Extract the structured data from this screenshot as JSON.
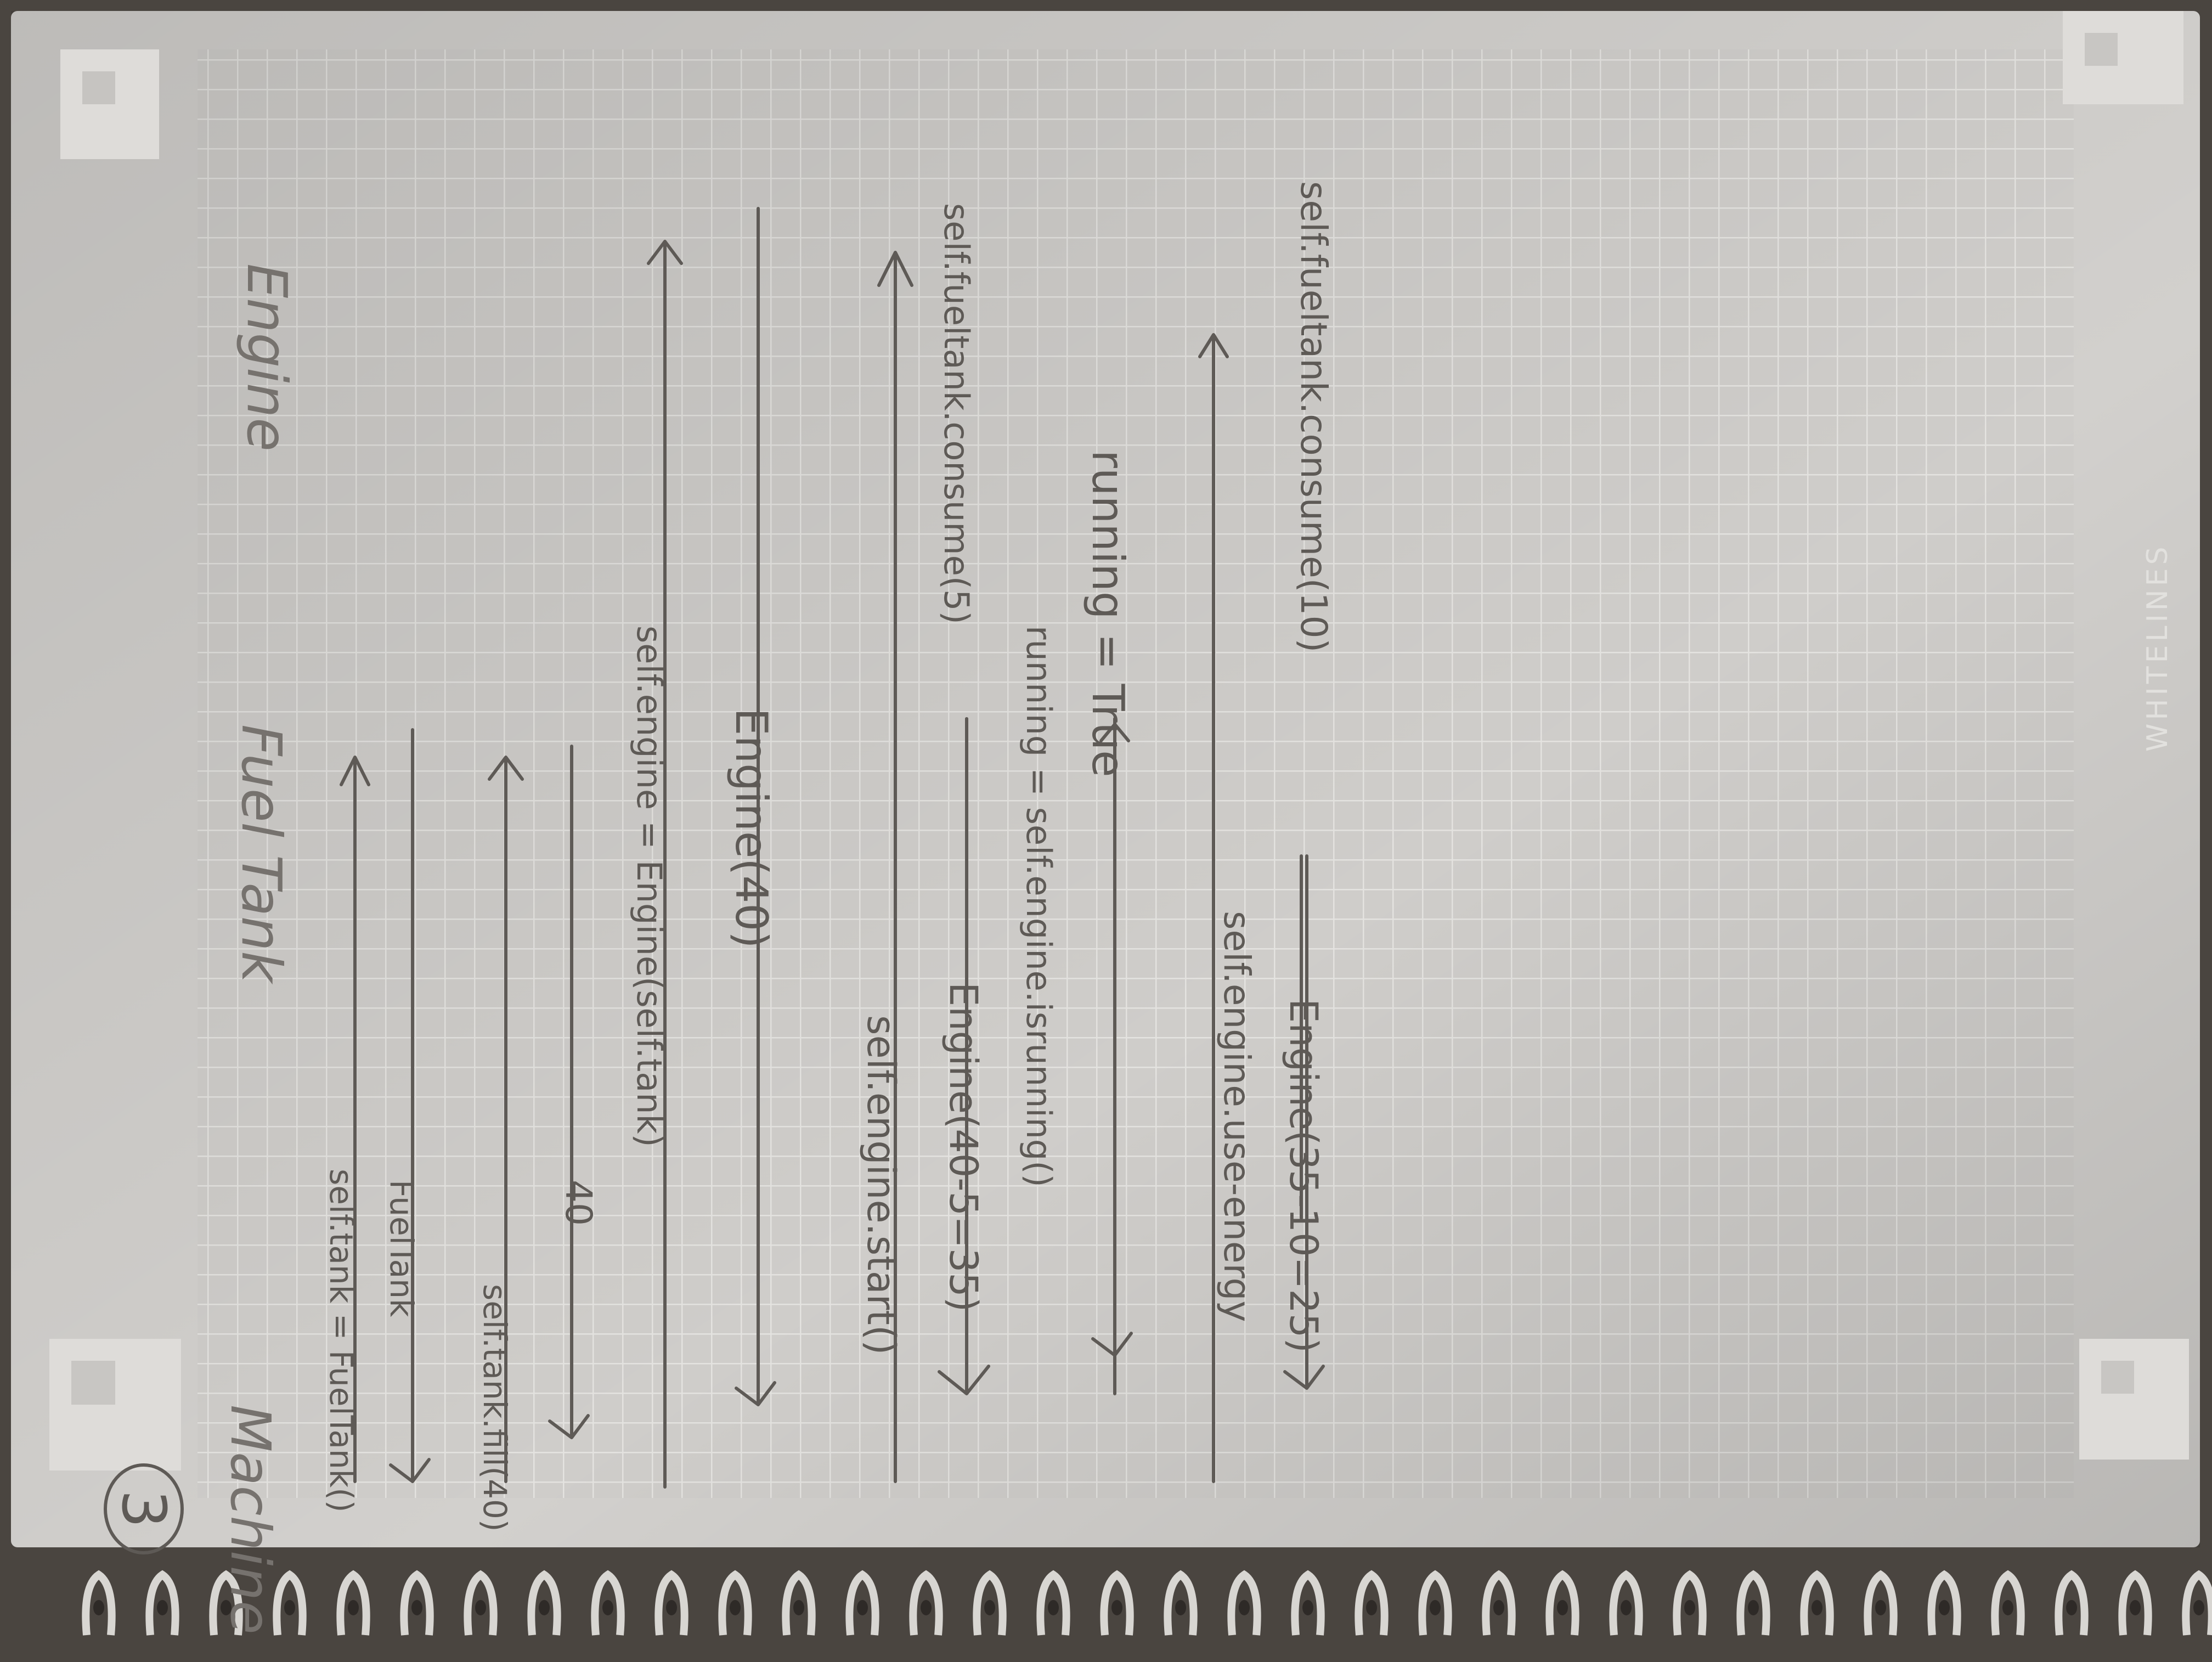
{
  "page": {
    "number": "3",
    "brand": "WHITELINES"
  },
  "lifelines": {
    "machine": "Machine",
    "fuel_tank": "Fuel Tank",
    "engine": "Engine"
  },
  "messages": [
    {
      "label": "self.tank = FuelTank()",
      "direction": "right"
    },
    {
      "label": "FuelTank",
      "direction": "left"
    },
    {
      "label": "self.tank.fill(40)",
      "direction": "right"
    },
    {
      "label": "40",
      "direction": "left"
    },
    {
      "label": "self.engine = Engine(self.tank)",
      "direction": "right"
    },
    {
      "label": "Engine(40)",
      "direction": "left"
    },
    {
      "label": "self.engine.start()",
      "direction": "right"
    },
    {
      "label": "self.fueltank.consume(5)",
      "direction": "right"
    },
    {
      "label": "Engine(40-5=35)",
      "direction": "left"
    },
    {
      "label": "running = self.engine.isrunning()",
      "direction": "right"
    },
    {
      "label": "running = True",
      "direction": "left"
    },
    {
      "label": "self.engine.use-energy",
      "direction": "right"
    },
    {
      "label": "self.fueltank.consume(10)",
      "direction": "right"
    },
    {
      "label": "Engine(35-10=25)",
      "direction": "left"
    }
  ],
  "colors": {
    "paper": "#cfcdca",
    "grid": "#e6e5e2",
    "ink": "#5e5a56",
    "background": "#4a4540",
    "coil": "#d8d6d2"
  }
}
